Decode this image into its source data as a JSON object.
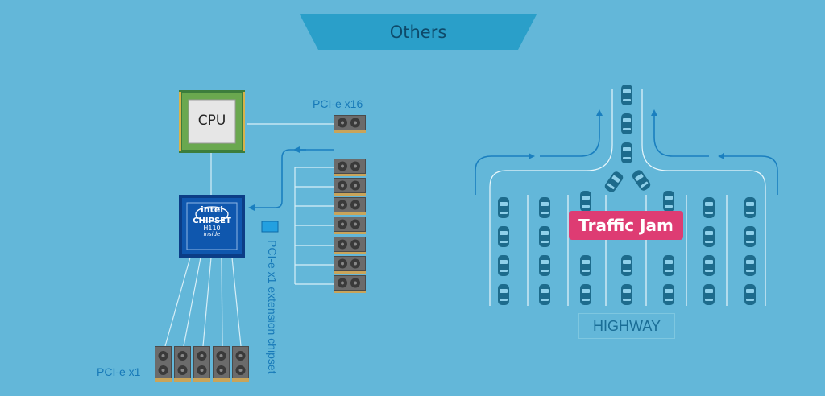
{
  "title": "Others",
  "cpu": {
    "label": "CPU"
  },
  "chipset": {
    "brand": "intel",
    "line1": "CHIPSET",
    "line2": "H110",
    "line3": "inside"
  },
  "labels": {
    "pcie_x16": "PCI-e x16",
    "pcie_x1": "PCI-e x1",
    "extension": "PCI-e x1 extension chipset"
  },
  "traffic": {
    "jam": "Traffic Jam",
    "highway": "HIGHWAY"
  },
  "colors": {
    "background": "#63b7d9",
    "banner": "#2a9fc9",
    "accent": "#de3c73",
    "car": "#1d6b8c"
  }
}
